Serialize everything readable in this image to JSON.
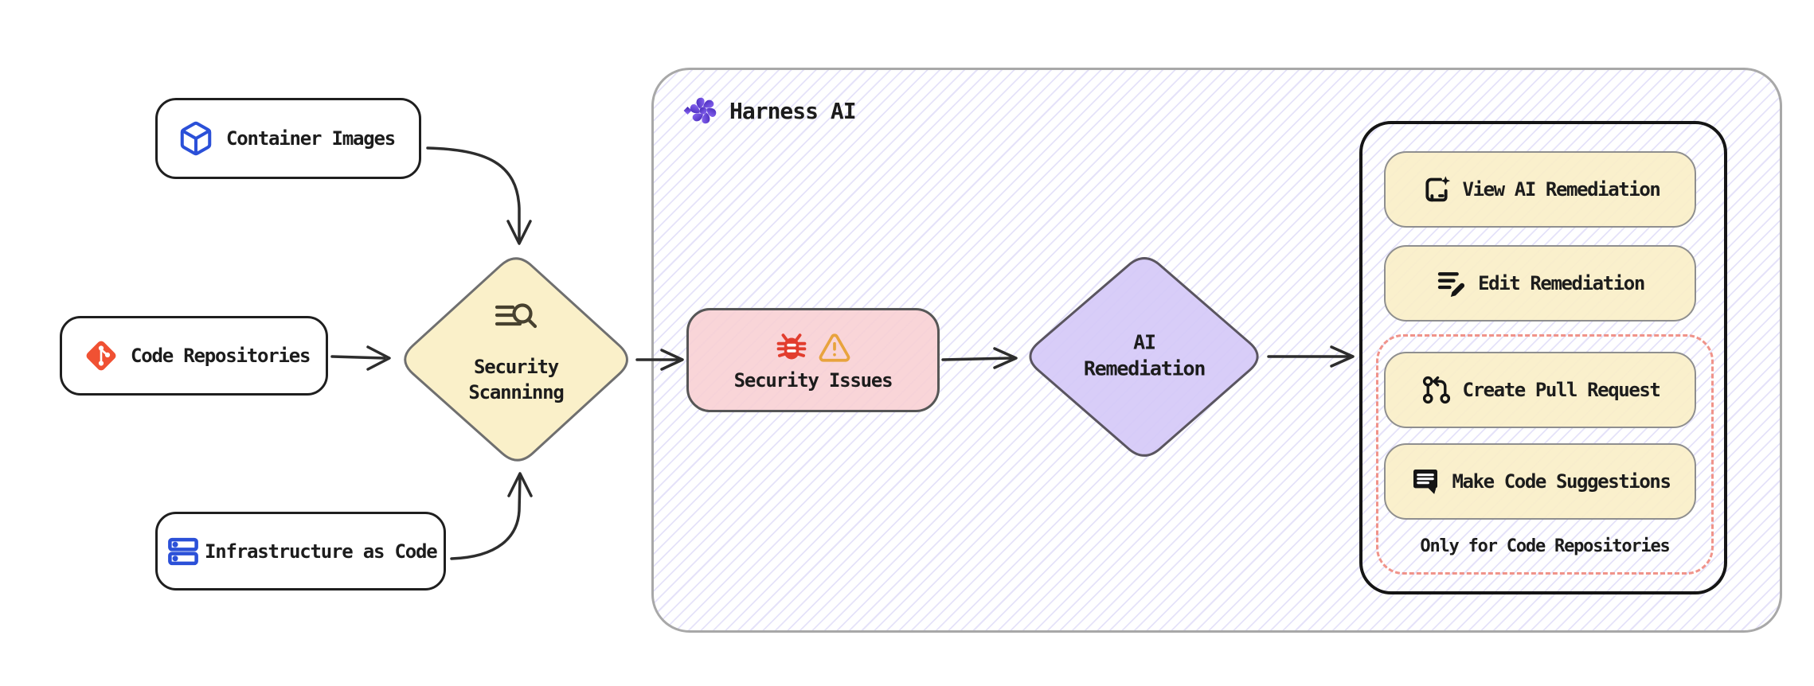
{
  "diagram": {
    "title": "Harness AI",
    "title_icon": "harness-logo-icon",
    "sources": [
      {
        "label": "Container Images",
        "icon": "cube-icon"
      },
      {
        "label": "Code Repositories",
        "icon": "git-icon"
      },
      {
        "label": "Infrastructure as Code",
        "icon": "server-stack-icon"
      }
    ],
    "scanning": {
      "line1": "Security",
      "line2": "Scanninng",
      "icon": "scan-search-icon"
    },
    "issues": {
      "label": "Security Issues",
      "icons": [
        "bug-icon",
        "warning-triangle-icon"
      ]
    },
    "remediation": {
      "line1": "AI",
      "line2": "Remediation"
    },
    "actions": [
      {
        "label": "View AI Remediation",
        "icon": "book-sparkle-icon"
      },
      {
        "label": "Edit Remediation",
        "icon": "list-pencil-icon"
      },
      {
        "label": "Create Pull Request",
        "icon": "git-pull-request-icon"
      },
      {
        "label": "Make Code Suggestions",
        "icon": "message-lines-icon"
      }
    ],
    "actions_note": "Only for Code Repositories",
    "colors": {
      "node_yellow": "#faf0c9",
      "node_pink": "#f8cfd3",
      "node_purple": "#d6cbf7",
      "stripe_lavender": "#dedaf2",
      "dashed_red": "#f0938a",
      "arrow": "#2d2d2d",
      "icon_blue": "#2b50d8",
      "git_orange": "#f05133",
      "bug_red": "#e23d2e",
      "warning_orange": "#e8a33d",
      "harness_purple_dark": "#3f22b4",
      "harness_purple_light": "#8f6cf7"
    }
  }
}
